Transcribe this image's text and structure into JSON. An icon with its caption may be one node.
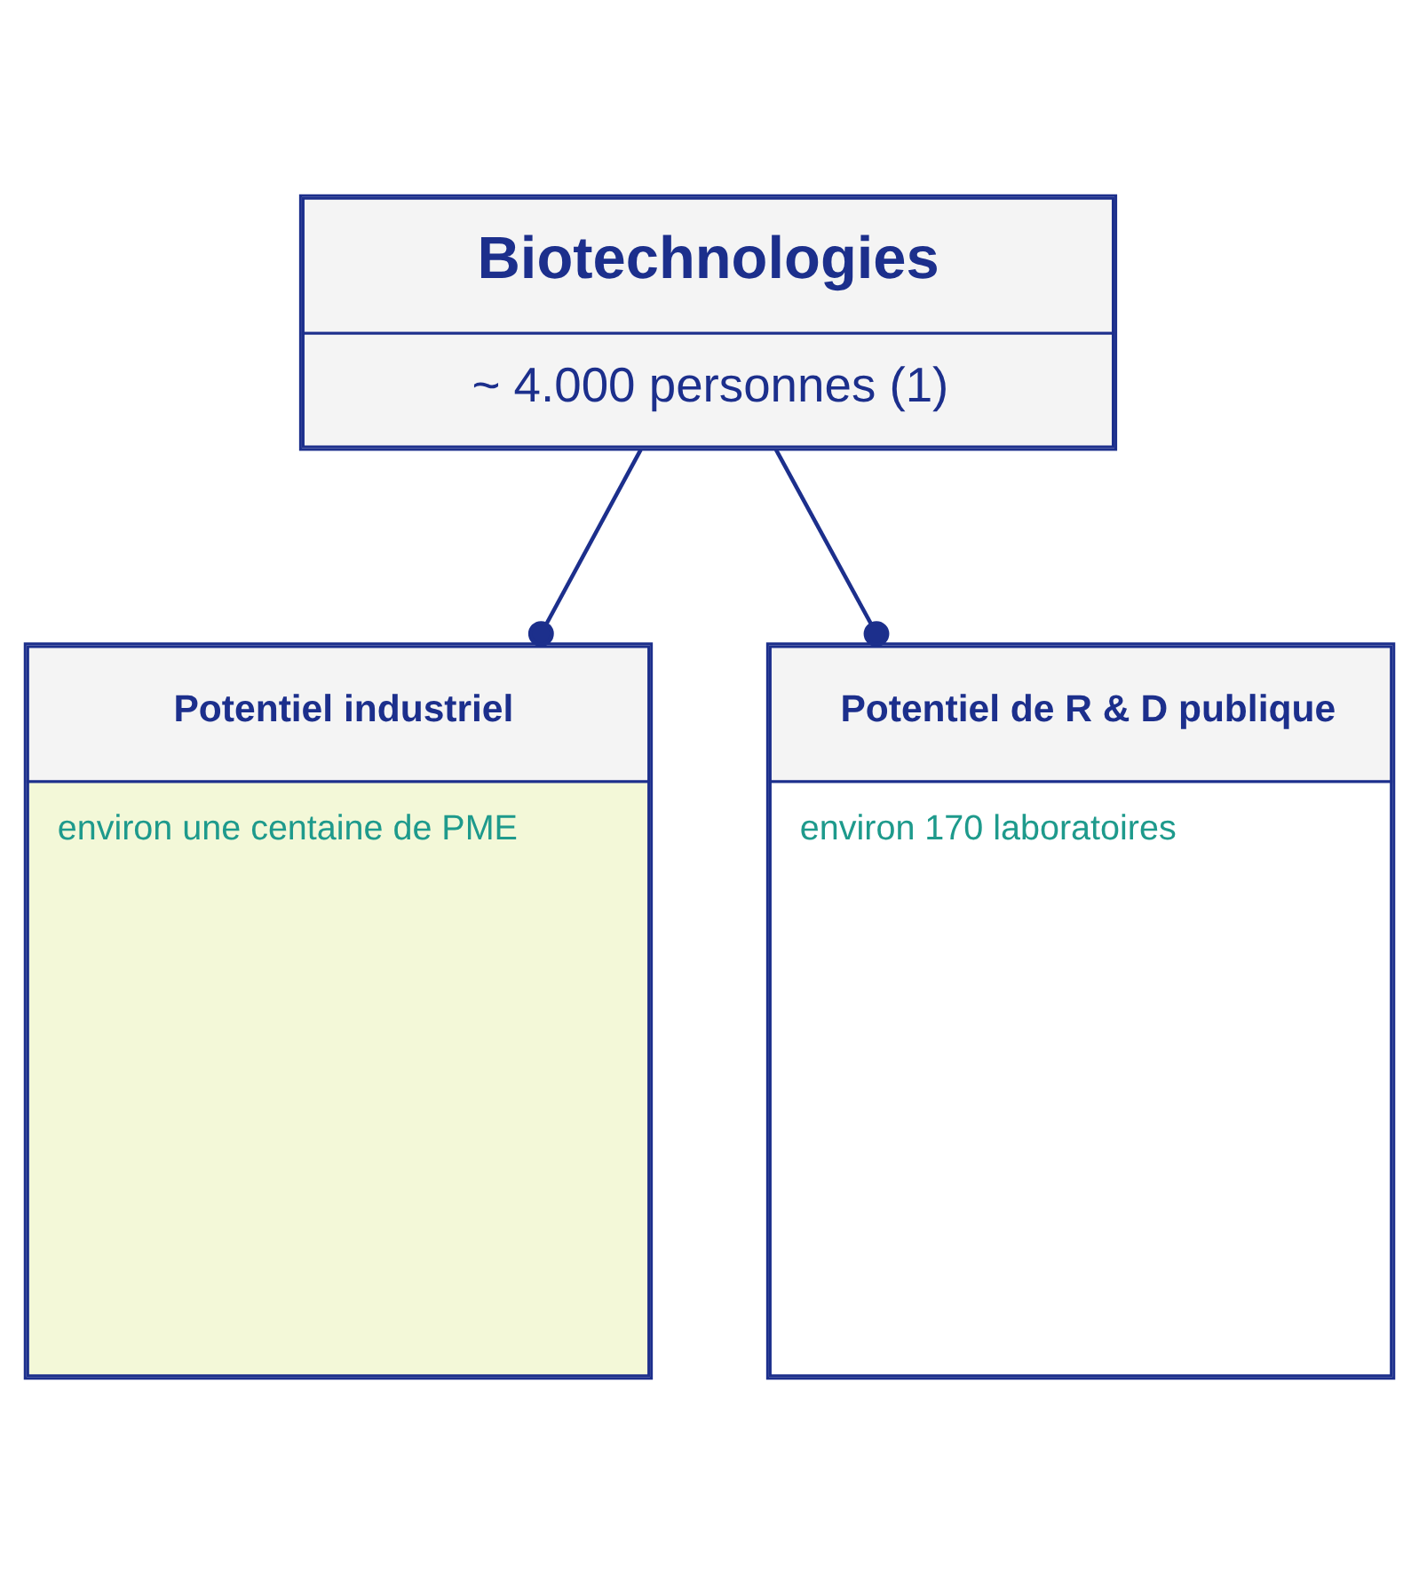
{
  "diagram": {
    "nodes": [
      {
        "text": [
          "Biotechnologies",
          "~ 4.000 personnes (1)"
        ]
      },
      {
        "text": [
          "Potentiel industriel",
          "environ une centaine de PME"
        ]
      },
      {
        "text": [
          "Potentiel de R & D publique",
          "environ 170 laboratoires"
        ]
      }
    ],
    "edges": [
      {
        "from": 0,
        "to": 1,
        "arrow": "other"
      },
      {
        "from": 0,
        "to": 2,
        "arrow": "other"
      }
    ]
  }
}
